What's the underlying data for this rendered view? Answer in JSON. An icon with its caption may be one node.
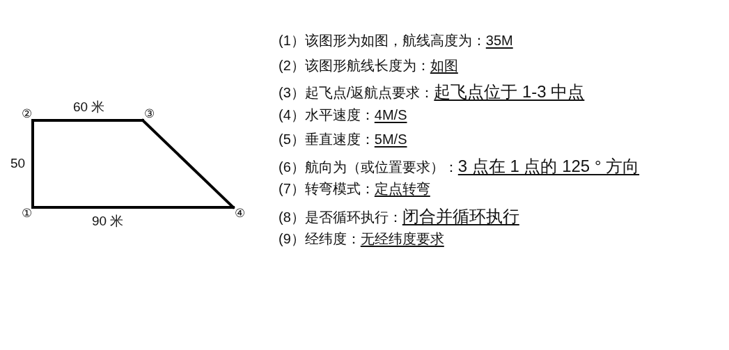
{
  "diagram": {
    "nodes": [
      {
        "text": [
          "②"
        ]
      },
      {
        "text": [
          "③"
        ]
      },
      {
        "text": [
          "①"
        ]
      },
      {
        "text": [
          "④"
        ]
      }
    ],
    "edges": [
      {
        "from": 0,
        "to": 1,
        "arrow": "none",
        "label": "60 米"
      },
      {
        "from": 1,
        "to": 3,
        "arrow": "none"
      },
      {
        "from": 2,
        "to": 3,
        "arrow": "none",
        "label": "90 米"
      },
      {
        "from": 2,
        "to": 0,
        "arrow": "none",
        "label": "50"
      }
    ],
    "labels": [
      "(1）该图形为如图，航线高度为：",
      "35M",
      "(2）该图形航线长度为：",
      "如图",
      "(3）起飞点/返航点要求：",
      "起飞点位于 1-3 中点",
      "(4）水平速度：",
      "4M/S",
      "(5）垂直速度：",
      "5M/S",
      "(6）航向为（或位置要求）：",
      "3 点在 1 点的 125 ° 方向",
      "(7）转弯模式：",
      "定点转弯",
      "(8）是否循环执行：",
      "闭合并循环执行",
      "(9）经纬度：",
      "无经纬度要求"
    ]
  }
}
